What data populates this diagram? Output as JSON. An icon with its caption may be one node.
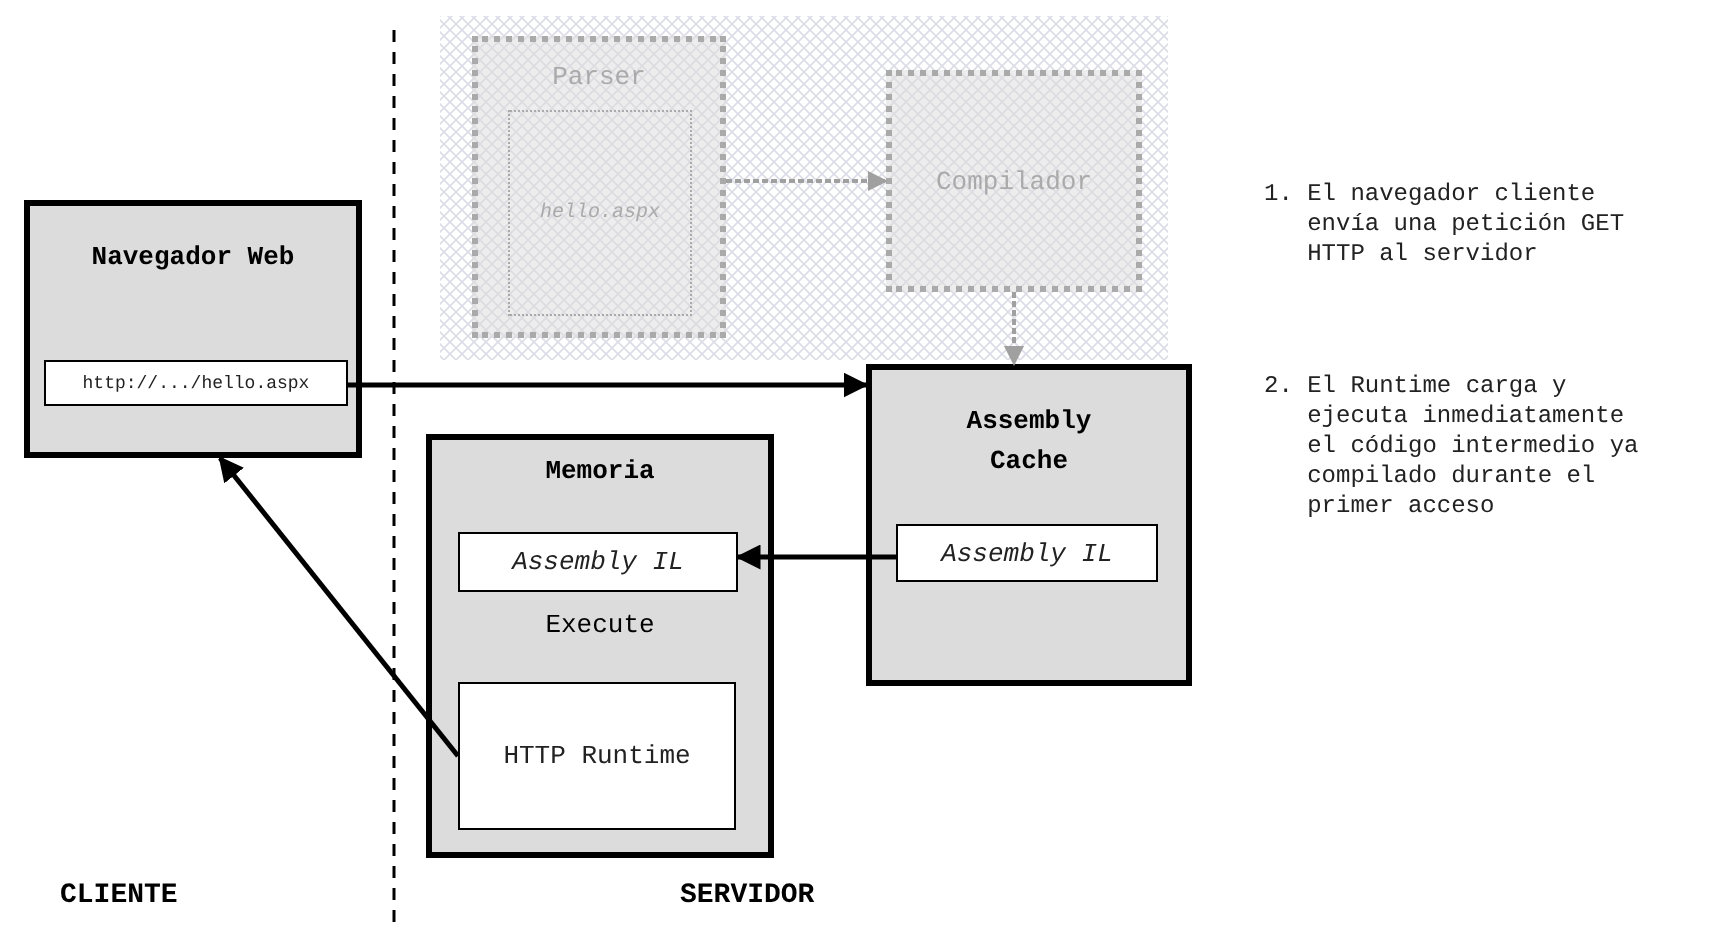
{
  "diagram": {
    "nodes": [
      {
        "text": [
          "Navegador Web"
        ]
      },
      {
        "text": [
          "http://.../hello.aspx"
        ],
        "in": 0
      },
      {
        "text": [
          "Parser"
        ]
      },
      {
        "text": [
          "hello.aspx"
        ],
        "in": 2
      },
      {
        "text": [
          "Compilador"
        ]
      },
      {
        "text": [
          "Assembly Cache"
        ]
      },
      {
        "text": [
          "Assembly IL"
        ],
        "in": 5
      },
      {
        "text": [
          "Memoria",
          "Execute"
        ]
      },
      {
        "text": [
          "Assembly IL"
        ],
        "in": 7
      },
      {
        "text": [
          "HTTP Runtime"
        ],
        "in": 7
      }
    ],
    "edges": [
      {
        "from": 1,
        "to": 5,
        "arrow": "to"
      },
      {
        "from": 2,
        "to": 4,
        "arrow": "to",
        "style": "dashed",
        "color": "#a0a0a0"
      },
      {
        "from": 4,
        "to": 5,
        "arrow": "to",
        "style": "dashed",
        "color": "#a0a0a0"
      },
      {
        "from": 6,
        "to": 8,
        "arrow": "to"
      },
      {
        "from": 9,
        "to": 0,
        "arrow": "to"
      }
    ],
    "labels": [
      "1. El navegador cliente envía una petición GET HTTP al servidor",
      "2. El Runtime carga y ejecuta inmediatamente el código intermedio ya compilado durante el primer acceso",
      "CLIENTE",
      "SERVIDOR"
    ]
  }
}
